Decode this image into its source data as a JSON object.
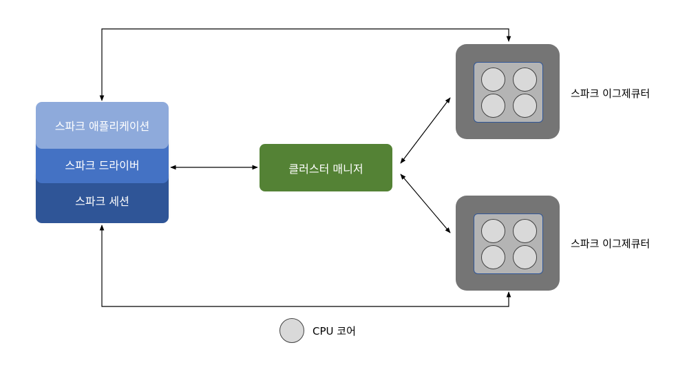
{
  "driver_stack": {
    "application_label": "스파크 애플리케이션",
    "driver_label": "스파크 드라이버",
    "session_label": "스파크 세션"
  },
  "cluster_manager": {
    "label": "클러스터 매니저"
  },
  "executors": [
    {
      "label": "스파크 이그제큐터",
      "cores": 4
    },
    {
      "label": "스파크 이그제큐터",
      "cores": 4
    }
  ],
  "legend": {
    "core_label": "CPU 코어"
  },
  "colors": {
    "application": "#8eaadb",
    "driver": "#4472c4",
    "session": "#2f5597",
    "cluster_manager": "#548235",
    "executor_outer": "#757575",
    "executor_inner": "#b4b4b4",
    "core": "#d9d9d9"
  }
}
